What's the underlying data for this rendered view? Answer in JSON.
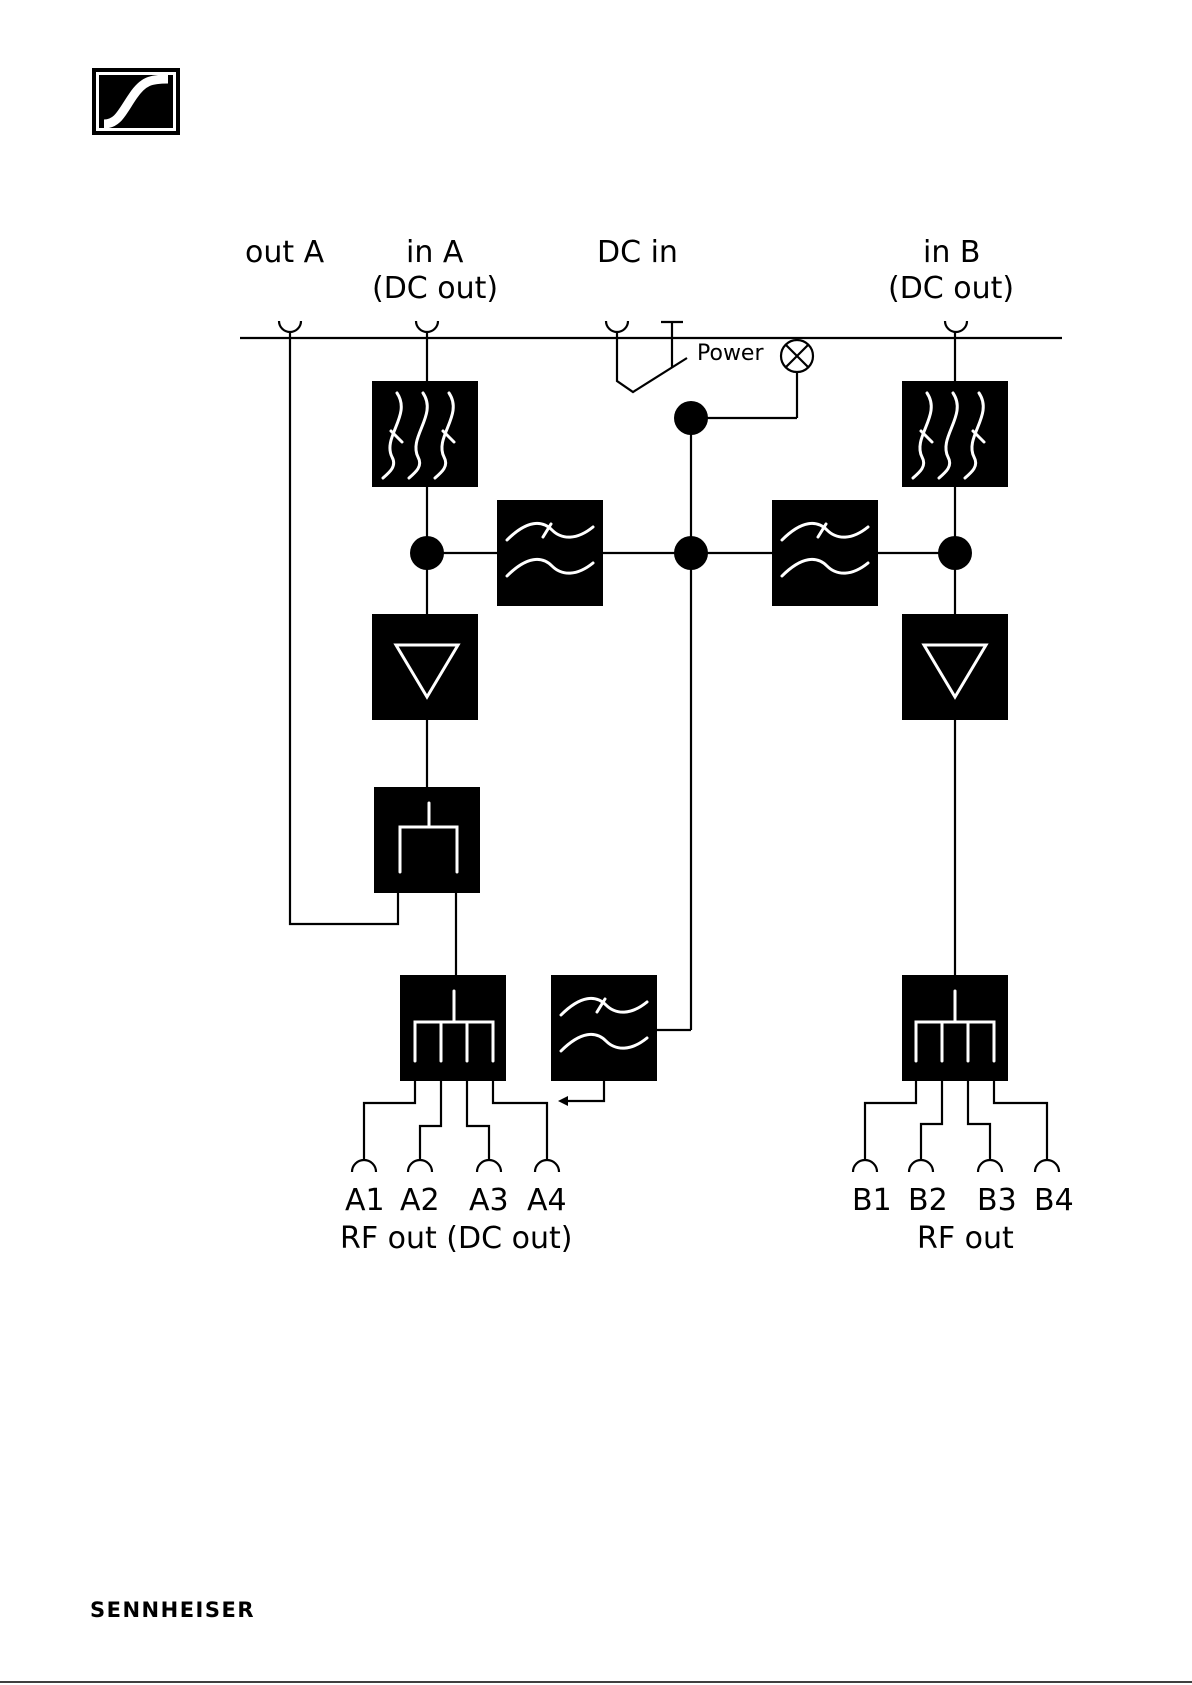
{
  "brand": {
    "logo_icon": "sennheiser-s-logo",
    "name": "SENNHEISER"
  },
  "top_connectors": {
    "out_a": "out A",
    "in_a": "in A",
    "in_a_sub": "(DC out)",
    "dc_in": "DC in",
    "in_b": "in B",
    "in_b_sub": "(DC out)"
  },
  "power": {
    "label": "Power",
    "icon": "power-lamp-icon"
  },
  "outputs_a": {
    "ports": [
      "A1",
      "A2",
      "A3",
      "A4"
    ],
    "caption": "RF out (DC out)"
  },
  "outputs_b": {
    "ports": [
      "B1",
      "B2",
      "B3",
      "B4"
    ],
    "caption": "RF out"
  },
  "blocks": {
    "bandpass_icon": "bandpass-filter-icon",
    "lowpass_icon": "lowpass-filter-icon",
    "amplifier_icon": "amplifier-icon",
    "splitter2_icon": "two-way-splitter-icon",
    "splitter4_icon": "four-way-splitter-icon"
  }
}
